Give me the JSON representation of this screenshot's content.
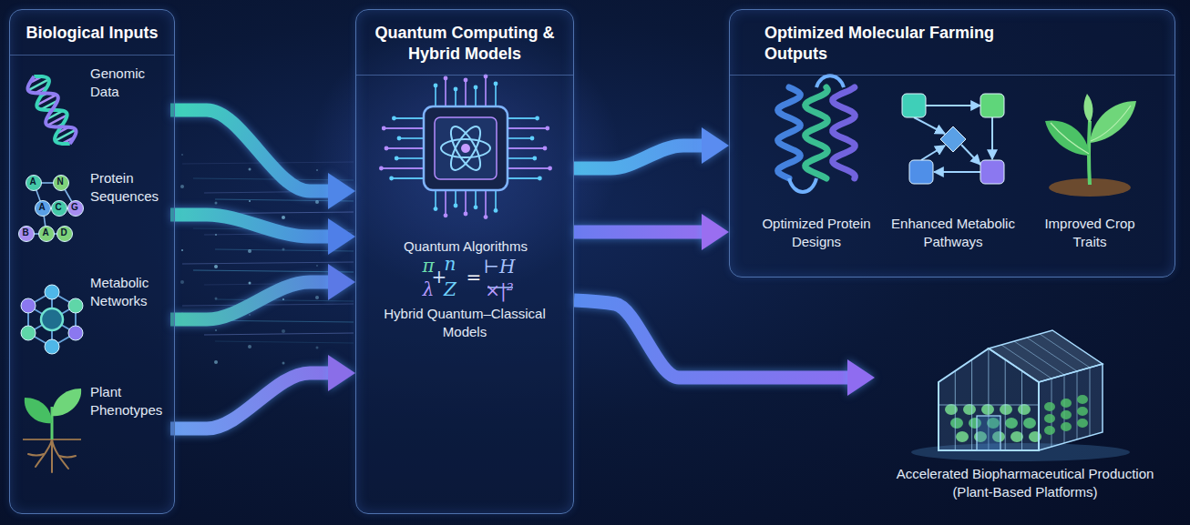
{
  "diagram": {
    "nodes": [
      {
        "text": [
          "Biological Inputs"
        ]
      },
      {
        "text": [
          "Genomic Data"
        ],
        "in": 0
      },
      {
        "text": [
          "Protein Sequences"
        ],
        "in": 0
      },
      {
        "text": [
          "Metabolic Networks"
        ],
        "in": 0
      },
      {
        "text": [
          "Plant Phenotypes"
        ],
        "in": 0
      },
      {
        "text": [
          "Quantum Computing & Hybrid Models"
        ]
      },
      {
        "text": [
          "Quantum Algorithms"
        ],
        "in": 5
      },
      {
        "text": [
          "Optimized Molecular Farming Outputs"
        ]
      },
      {
        "text": [
          "Optimized Protein Designs"
        ],
        "in": 7
      },
      {
        "text": [
          "Enhanced Metabolic Pathways"
        ],
        "in": 7
      },
      {
        "text": [
          "Improved Crop Traits"
        ],
        "in": 7
      },
      {
        "text": [
          "Accelerated Biopharmaceutical Production (Plant-Based Platforms)"
        ]
      }
    ],
    "edges": [
      {
        "from": 1,
        "to": 5,
        "arrow": "to"
      },
      {
        "from": 2,
        "to": 5,
        "arrow": "to"
      },
      {
        "from": 3,
        "to": 5,
        "arrow": "to"
      },
      {
        "from": 4,
        "to": 5,
        "arrow": "to"
      },
      {
        "from": 5,
        "to": 7,
        "arrow": "to"
      },
      {
        "from": 5,
        "to": 7,
        "arrow": "to"
      },
      {
        "from": 5,
        "to": 11,
        "arrow": "to"
      }
    ],
    "labels": [
      "A",
      "N",
      "A",
      "C",
      "G",
      "B",
      "A",
      "D",
      "π",
      "+",
      "n",
      "λ",
      "Z",
      "=",
      "⊢H",
      "×|²",
      "Hybrid Quantum–Classical Models"
    ]
  }
}
